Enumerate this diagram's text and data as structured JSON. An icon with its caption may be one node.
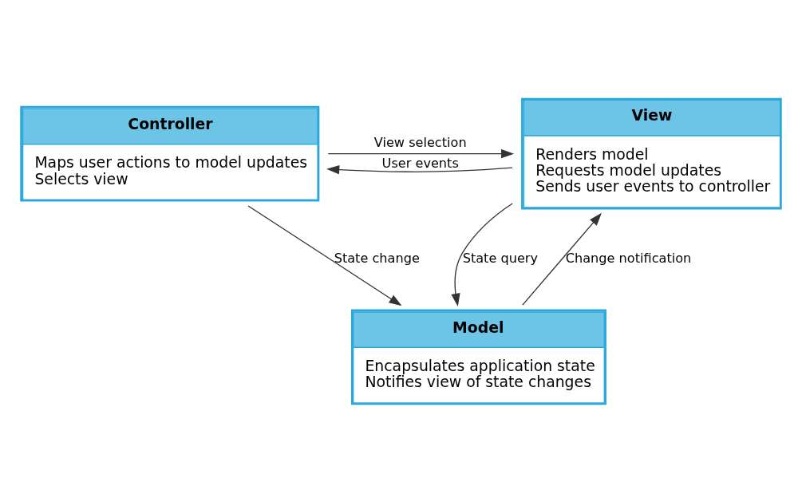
{
  "diagram": {
    "nodes": [
      {
        "text": [
          "Controller",
          "Maps user actions to model updates",
          "Selects view"
        ]
      },
      {
        "text": [
          "View",
          "Renders model",
          "Requests model updates",
          "Sends user events to controller"
        ]
      },
      {
        "text": [
          "Model",
          "Encapsulates application state",
          "Notifies view of state changes"
        ]
      }
    ],
    "edges": [
      {
        "from": 0,
        "to": 1,
        "arrow": "to",
        "label": "View selection"
      },
      {
        "from": 1,
        "to": 0,
        "arrow": "to",
        "label": "User events"
      },
      {
        "from": 2,
        "to": 1,
        "arrow": "to",
        "label": "Change notification"
      },
      {
        "from": 0,
        "to": 2,
        "arrow": "to",
        "label": "State change"
      },
      {
        "from": 1,
        "to": 2,
        "arrow": "to",
        "label": "State query"
      }
    ]
  }
}
